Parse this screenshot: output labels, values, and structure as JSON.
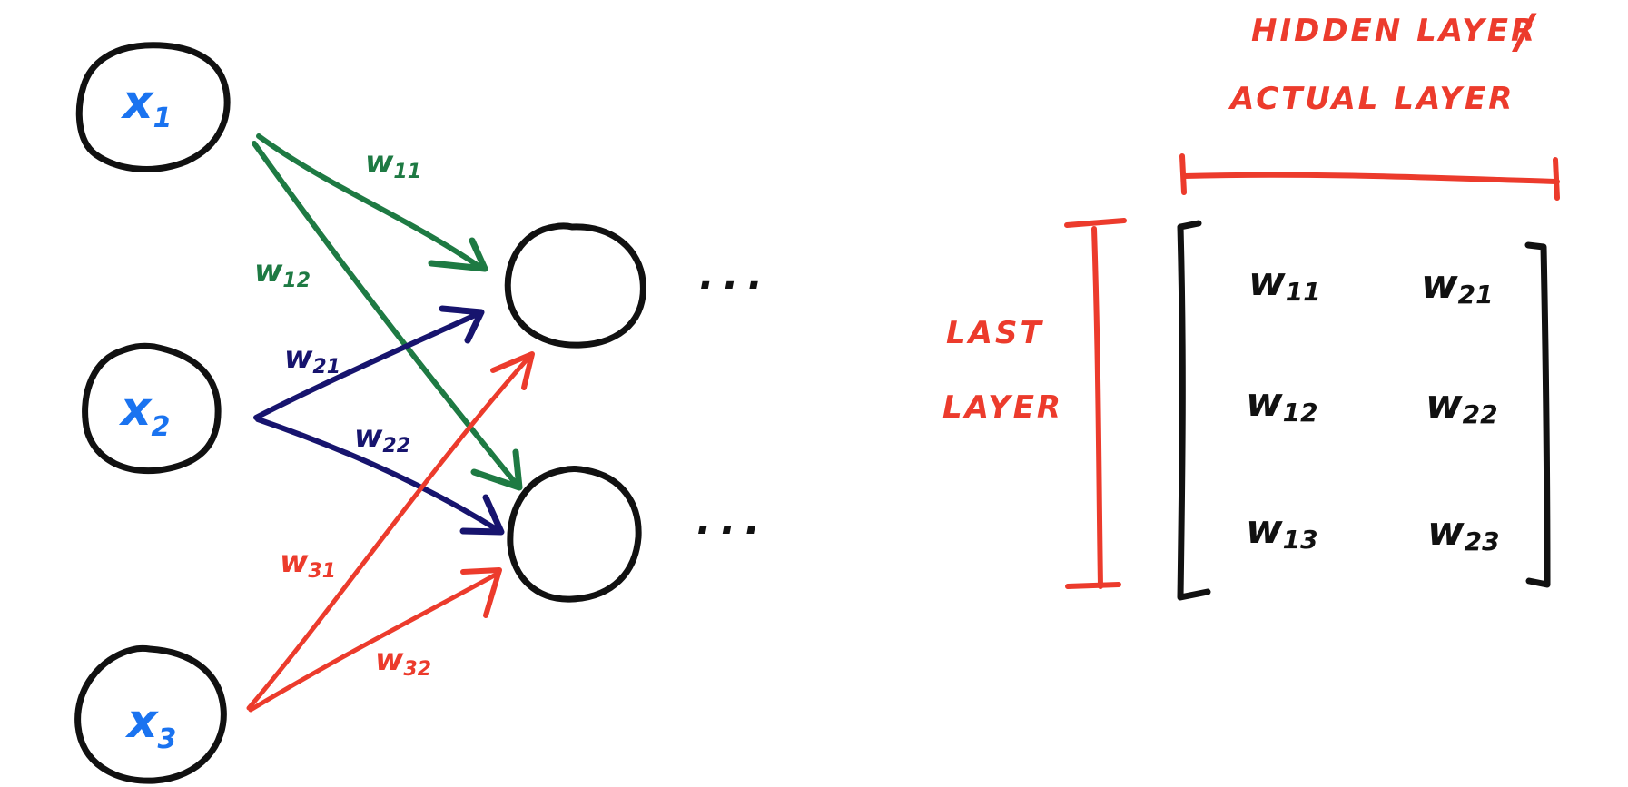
{
  "colors": {
    "ink": "#111111",
    "input_text": "#1a73f0",
    "w1": "#1e7a43",
    "w2": "#17146e",
    "w3": "#ec3b2c",
    "annotation": "#ec3b2c"
  },
  "inputs": [
    {
      "name": "x",
      "sub": "1"
    },
    {
      "name": "x",
      "sub": "2"
    },
    {
      "name": "x",
      "sub": "3"
    }
  ],
  "edges": [
    {
      "name": "w",
      "sub": "11"
    },
    {
      "name": "w",
      "sub": "12"
    },
    {
      "name": "w",
      "sub": "21"
    },
    {
      "name": "w",
      "sub": "22"
    },
    {
      "name": "w",
      "sub": "31"
    },
    {
      "name": "w",
      "sub": "32"
    }
  ],
  "ellipsis": "...",
  "annotations": {
    "hidden_line1": "HIDDEN LAYER",
    "slash": "/",
    "hidden_line2": "ACTUAL LAYER",
    "last_line1": "LAST",
    "last_line2": "LAYER"
  },
  "matrix": {
    "rows": [
      [
        {
          "name": "w",
          "sub": "11"
        },
        {
          "name": "w",
          "sub": "21"
        }
      ],
      [
        {
          "name": "w",
          "sub": "12"
        },
        {
          "name": "w",
          "sub": "22"
        }
      ],
      [
        {
          "name": "w",
          "sub": "13"
        },
        {
          "name": "w",
          "sub": "23"
        }
      ]
    ]
  }
}
